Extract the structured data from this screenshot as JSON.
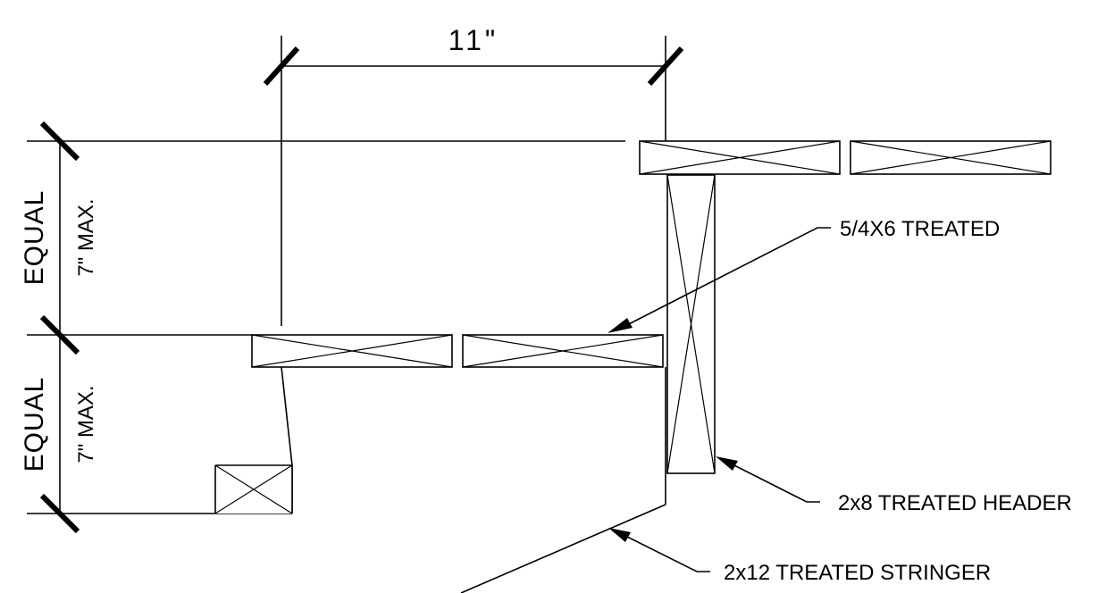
{
  "dimensions": {
    "run": "11\"",
    "upper_equal": "EQUAL",
    "upper_max": "7\" MAX.",
    "lower_equal": "EQUAL",
    "lower_max": "7\" MAX."
  },
  "callouts": {
    "tread": "5/4X6 TREATED",
    "header": "2x8 TREATED HEADER",
    "stringer": "2x12 TREATED STRINGER"
  }
}
